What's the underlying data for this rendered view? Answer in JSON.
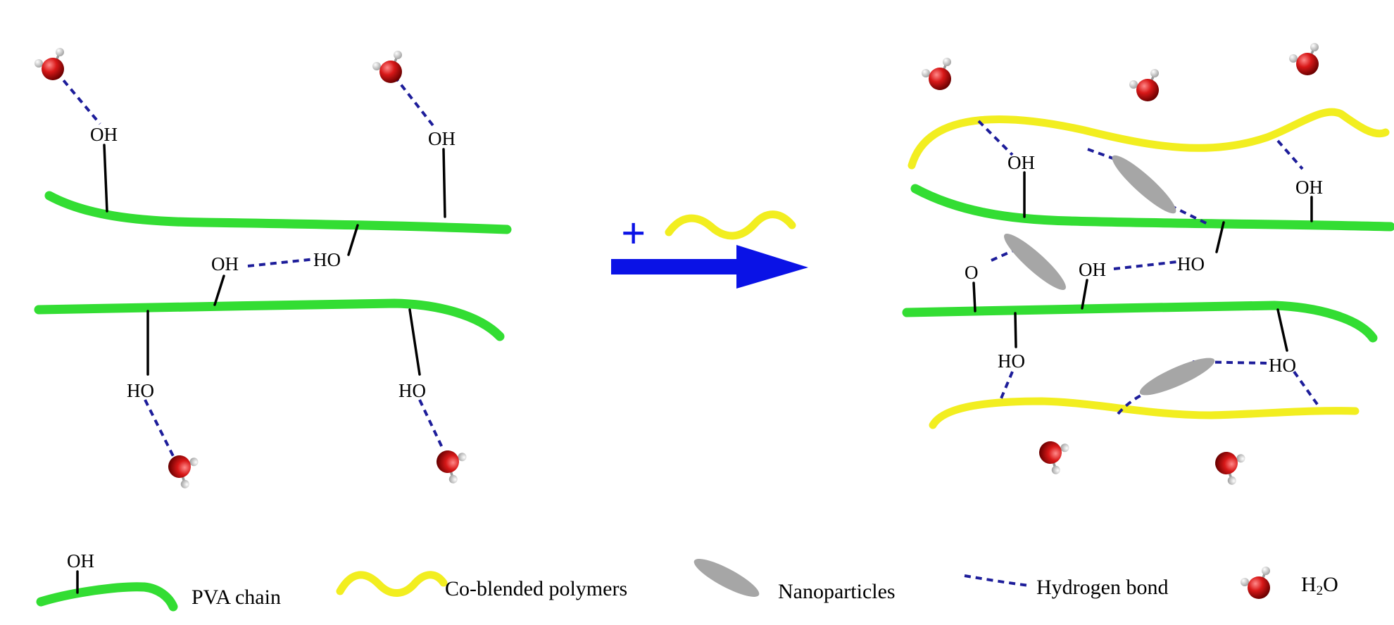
{
  "labels": {
    "oh": "OH",
    "ho": "HO",
    "o": "O"
  },
  "legend": {
    "pva_chain": "PVA chain",
    "co_blended": "Co-blended polymers",
    "nanoparticles": "Nanoparticles",
    "hydrogen_bond": "Hydrogen bond",
    "h2o_main": "H",
    "h2o_sub": "2",
    "h2o_end": "O"
  },
  "process_arrow": {
    "plus": "+"
  },
  "colors": {
    "pva_chain": "#33dd33",
    "co_blended_polymer": "#f2ee20",
    "hydrogen_bond": "#1d1d9a",
    "arrow": "#0a12e6",
    "nanoparticle": "#a6a6a6",
    "oxygen": "#cc1111",
    "hydrogen": "#e4e4e4"
  },
  "icons": [
    "water-molecule-icon",
    "nanoparticle-icon",
    "process-arrow-icon"
  ]
}
